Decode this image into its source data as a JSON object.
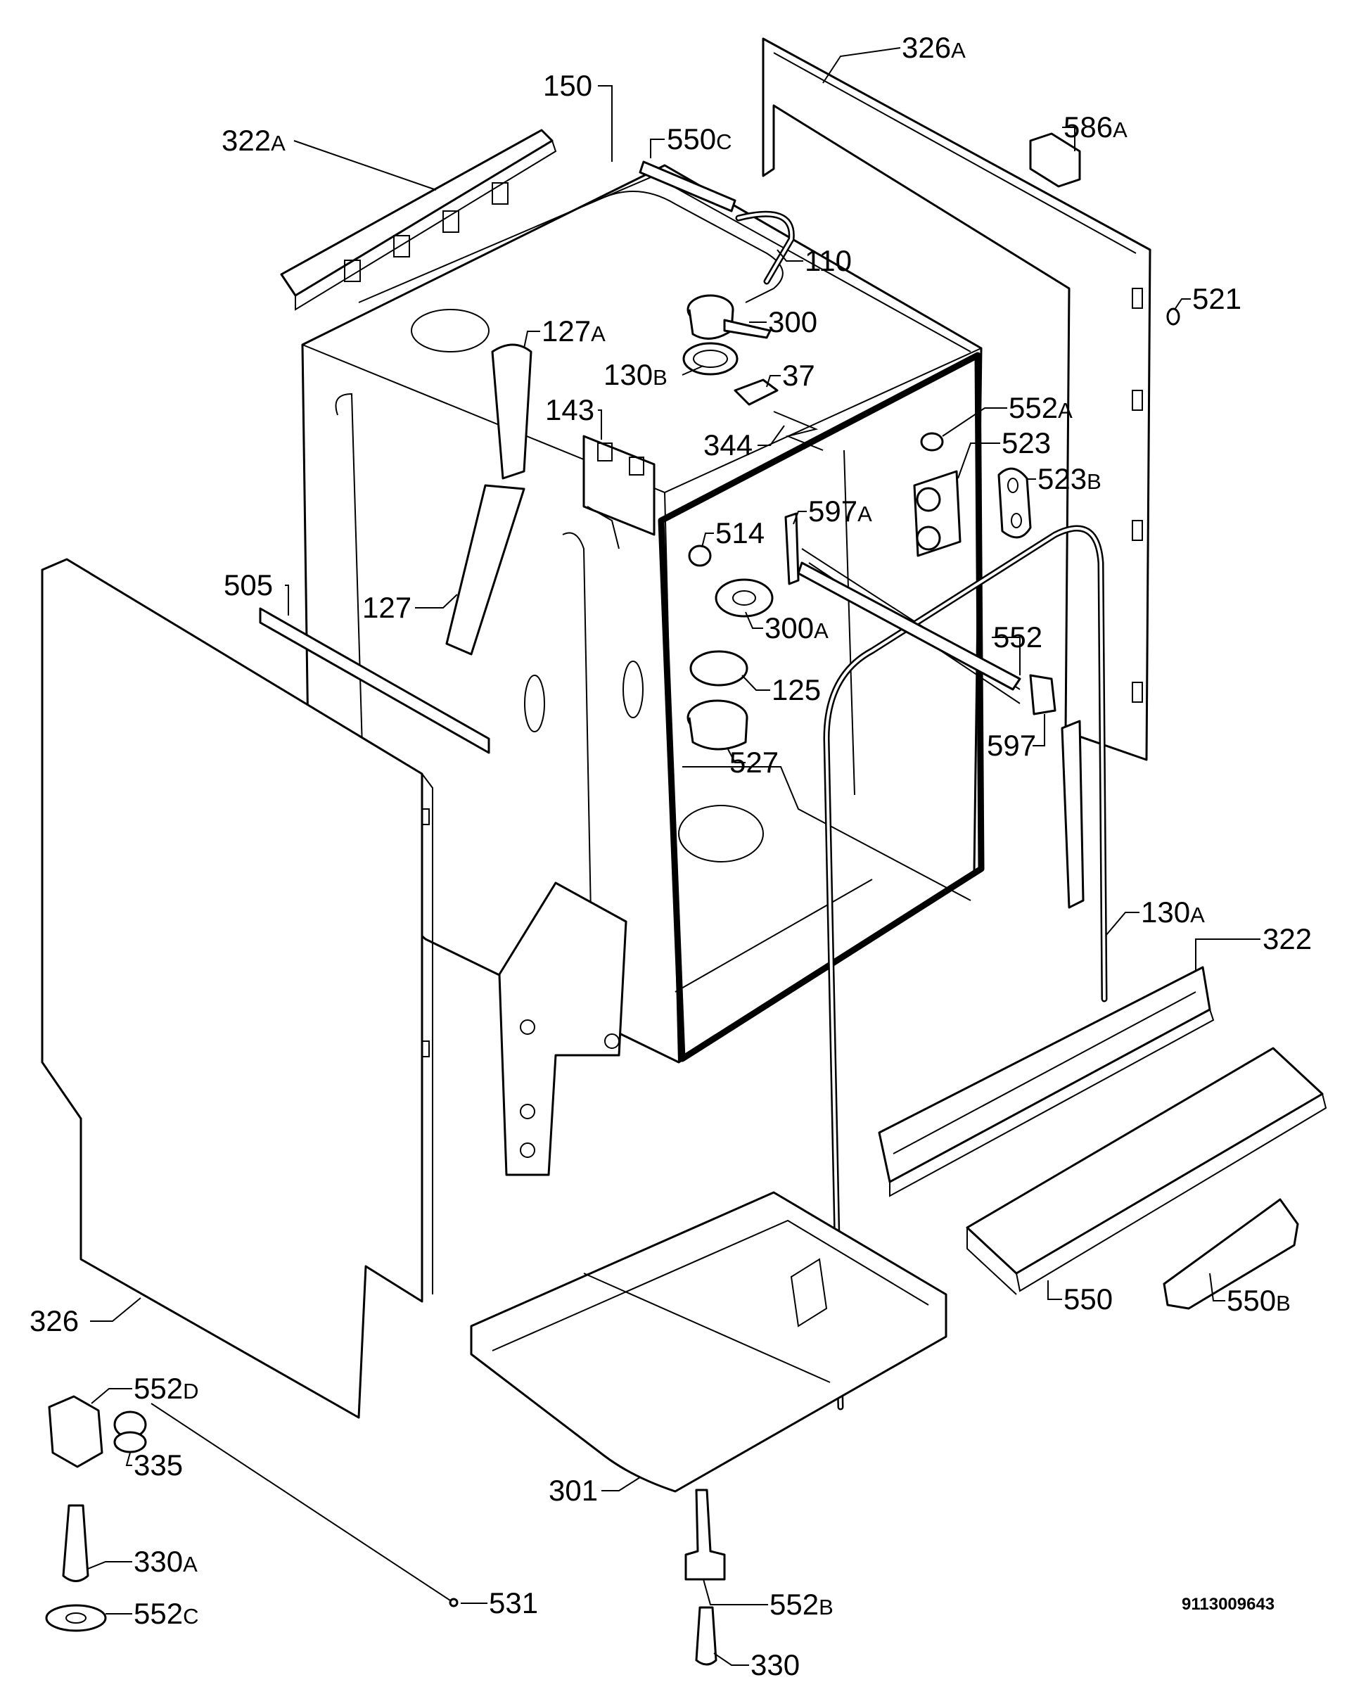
{
  "reference_code": "9113009643",
  "labels": [
    {
      "id": "326A",
      "num": "326",
      "suffix": "A"
    },
    {
      "id": "150",
      "num": "150",
      "suffix": ""
    },
    {
      "id": "550C",
      "num": "550",
      "suffix": "C"
    },
    {
      "id": "586A",
      "num": "586",
      "suffix": "A"
    },
    {
      "id": "322A",
      "num": "322",
      "suffix": "A"
    },
    {
      "id": "110",
      "num": "110",
      "suffix": ""
    },
    {
      "id": "521",
      "num": "521",
      "suffix": ""
    },
    {
      "id": "300",
      "num": "300",
      "suffix": ""
    },
    {
      "id": "127A",
      "num": "127",
      "suffix": "A"
    },
    {
      "id": "130B",
      "num": "130",
      "suffix": "B"
    },
    {
      "id": "37",
      "num": "37",
      "suffix": ""
    },
    {
      "id": "143",
      "num": "143",
      "suffix": ""
    },
    {
      "id": "552A",
      "num": "552",
      "suffix": "A"
    },
    {
      "id": "344",
      "num": "344",
      "suffix": ""
    },
    {
      "id": "523",
      "num": "523",
      "suffix": ""
    },
    {
      "id": "523B",
      "num": "523",
      "suffix": "B"
    },
    {
      "id": "597A",
      "num": "597",
      "suffix": "A"
    },
    {
      "id": "514",
      "num": "514",
      "suffix": ""
    },
    {
      "id": "505",
      "num": "505",
      "suffix": ""
    },
    {
      "id": "127",
      "num": "127",
      "suffix": ""
    },
    {
      "id": "300A",
      "num": "300",
      "suffix": "A"
    },
    {
      "id": "552",
      "num": "552",
      "suffix": ""
    },
    {
      "id": "125",
      "num": "125",
      "suffix": ""
    },
    {
      "id": "597",
      "num": "597",
      "suffix": ""
    },
    {
      "id": "527",
      "num": "527",
      "suffix": ""
    },
    {
      "id": "130A",
      "num": "130",
      "suffix": "A"
    },
    {
      "id": "322",
      "num": "322",
      "suffix": ""
    },
    {
      "id": "550",
      "num": "550",
      "suffix": ""
    },
    {
      "id": "550B",
      "num": "550",
      "suffix": "B"
    },
    {
      "id": "326",
      "num": "326",
      "suffix": ""
    },
    {
      "id": "552D",
      "num": "552",
      "suffix": "D"
    },
    {
      "id": "335",
      "num": "335",
      "suffix": ""
    },
    {
      "id": "301",
      "num": "301",
      "suffix": ""
    },
    {
      "id": "330A",
      "num": "330",
      "suffix": "A"
    },
    {
      "id": "531",
      "num": "531",
      "suffix": ""
    },
    {
      "id": "552B",
      "num": "552",
      "suffix": "B"
    },
    {
      "id": "552C",
      "num": "552",
      "suffix": "C"
    },
    {
      "id": "330",
      "num": "330",
      "suffix": ""
    }
  ]
}
